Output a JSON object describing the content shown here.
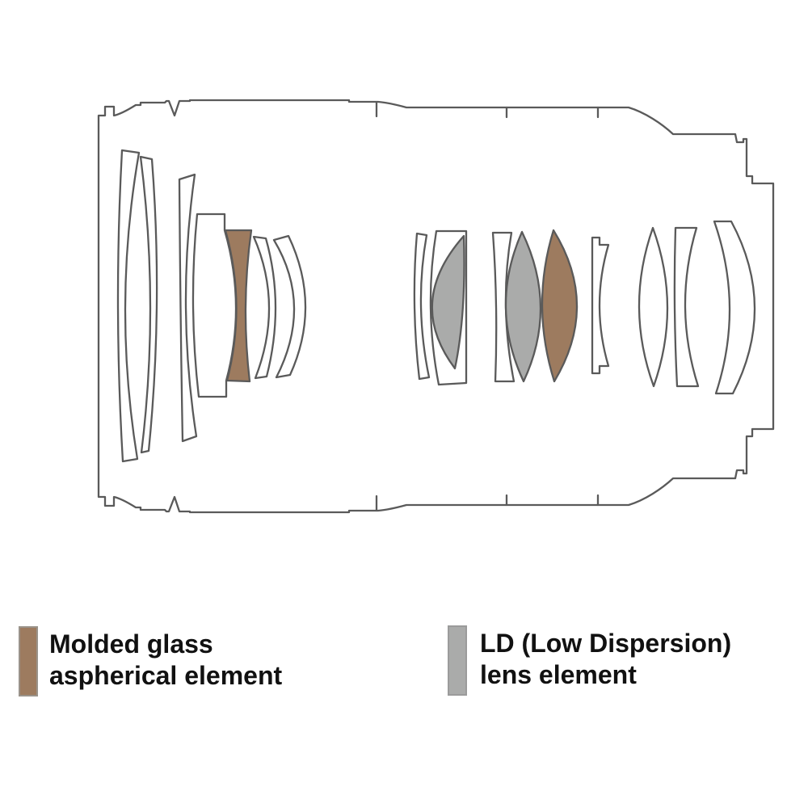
{
  "figure": {
    "type": "lens-construction-cross-section",
    "colors": {
      "aspherical": "#9d7b5f",
      "ld": "#aaabaa",
      "outline": "#5a5a5a",
      "glass": "#ffffff",
      "background": "#ffffff",
      "text": "#111111"
    },
    "groups": {
      "front_element_count": 7,
      "middle_element_count": 6,
      "rear_element_count": 3
    },
    "highlighted": {
      "aspherical_elements": 2,
      "ld_elements": 2
    }
  },
  "legend": {
    "items": [
      {
        "id": "aspherical",
        "lines": [
          "Molded glass",
          "aspherical element"
        ],
        "color": "#9d7b5f"
      },
      {
        "id": "ld",
        "lines": [
          "LD (Low Dispersion)",
          "lens element"
        ],
        "color": "#aaabaa"
      }
    ]
  }
}
